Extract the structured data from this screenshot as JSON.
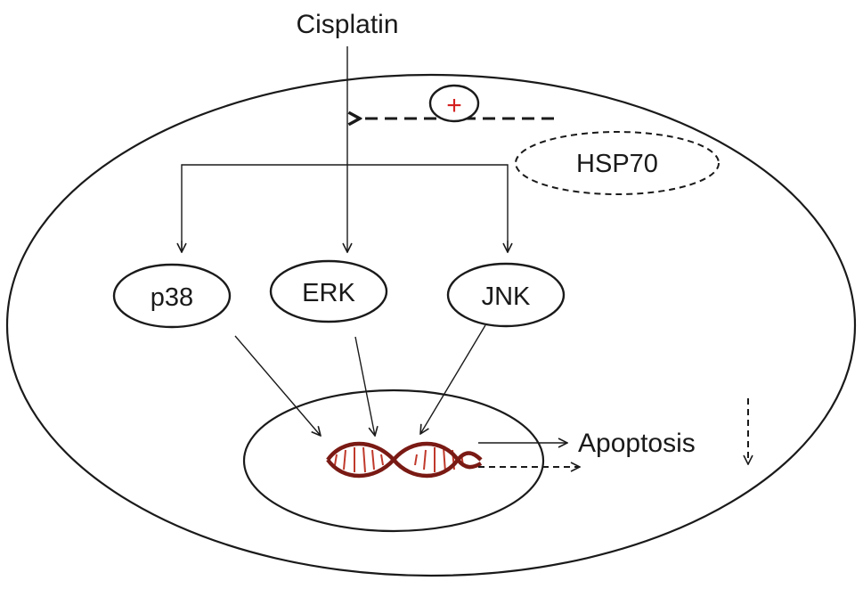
{
  "diagram": {
    "nodes": {
      "cisplatin": {
        "label": "Cisplatin"
      },
      "hsp70": {
        "label": "HSP70"
      },
      "plus": {
        "label": "+"
      },
      "p38": {
        "label": "p38"
      },
      "erk": {
        "label": "ERK"
      },
      "jnk": {
        "label": "JNK"
      },
      "apoptosis": {
        "label": "Apoptosis"
      }
    },
    "colors": {
      "stroke": "#1a1a1a",
      "plus": "#d42020",
      "dna_strand": "#7a1a14",
      "dna_rung": "#c0392b"
    },
    "icons": {
      "dna": "dna-double-helix-icon"
    }
  }
}
